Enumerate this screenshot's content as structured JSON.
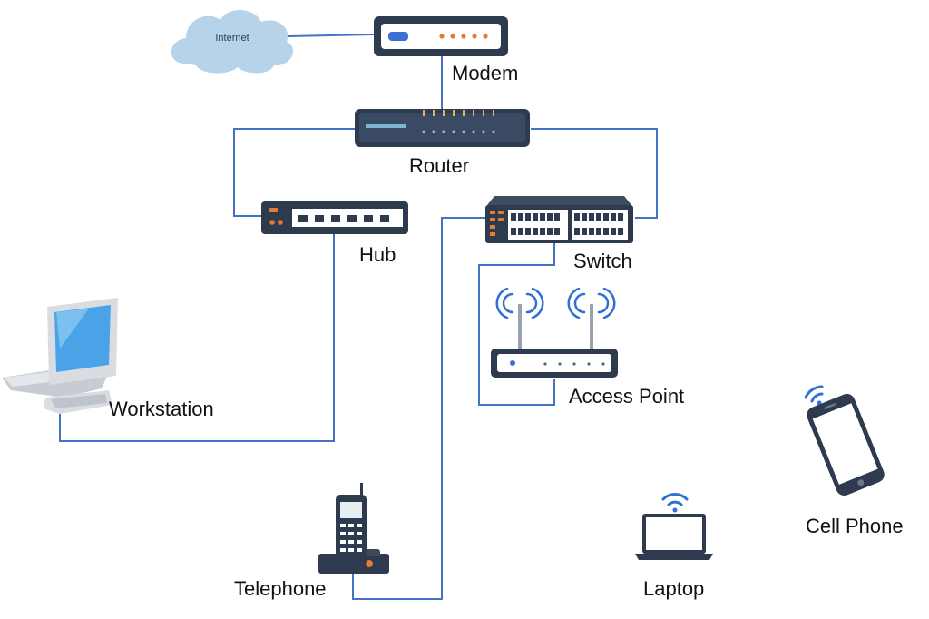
{
  "cloud_label": "Internet",
  "labels": {
    "modem": "Modem",
    "router": "Router",
    "hub": "Hub",
    "switch": "Switch",
    "access_point": "Access Point",
    "workstation": "Workstation",
    "telephone": "Telephone",
    "laptop": "Laptop",
    "cell_phone": "Cell Phone"
  },
  "colors": {
    "link": "#4472c4",
    "cloud": "#b7d3ea",
    "device_dark": "#2e3b4e",
    "port_orange": "#e07b39",
    "wifi_blue": "#2f6fd6"
  }
}
